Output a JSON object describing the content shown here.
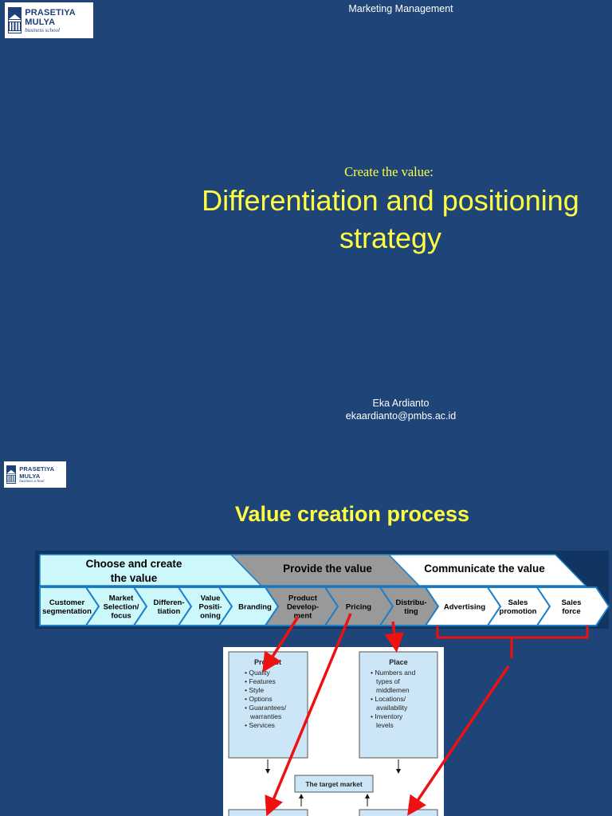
{
  "slide1": {
    "logo": {
      "name": "PRASETIYA MULYA",
      "sub": "business school"
    },
    "header": "Marketing Management",
    "subtitle": "Create the value:",
    "title_line1": "Differentiation and positioning",
    "title_line2": "strategy",
    "author_name": "Eka Ardianto",
    "author_email": "ekaardianto@pmbs.ac.id"
  },
  "slide2": {
    "logo": {
      "name": "PRASETIYA MULYA",
      "sub": "business school"
    },
    "title": "Value creation process",
    "phases": {
      "choose_line1": "Choose and create",
      "choose_line2": "the value",
      "provide": "Provide the value",
      "communicate": "Communicate the value"
    },
    "steps": {
      "customer_segmentation": [
        "Customer",
        "segmentation"
      ],
      "market_selection": [
        "Market",
        "Selection/",
        "focus"
      ],
      "differentiation": [
        "Differen-",
        "tiation"
      ],
      "value_positioning": [
        "Value",
        "Positi-",
        "oning"
      ],
      "branding": [
        "Branding"
      ],
      "product_development": [
        "Product",
        "Develop-",
        "ment"
      ],
      "pricing": [
        "Pricing"
      ],
      "distributing": [
        "Distribu-",
        "ting"
      ],
      "advertising": [
        "Advertising"
      ],
      "sales_promotion": [
        "Sales",
        "promotion"
      ],
      "sales_force": [
        "Sales",
        "force"
      ]
    },
    "product_box": {
      "title": "Product",
      "items": [
        "Quality",
        "Features",
        "Style",
        "Options",
        "Guarantees/",
        "warranties",
        "Services"
      ]
    },
    "place_box": {
      "title": "Place",
      "items": [
        "Numbers and",
        "types of",
        "middlemen",
        "Locations/",
        "availability",
        "Inventory",
        "levels"
      ]
    },
    "target_market": "The target market"
  },
  "colors": {
    "background": "#1f4478",
    "title_yellow": "#ffff44",
    "phase_light": "#ccf8fb",
    "phase_gray": "#999999",
    "chevron_border": "#1e7ec8",
    "arrow_red": "#ee1111",
    "box_fill": "#cce6f7"
  }
}
